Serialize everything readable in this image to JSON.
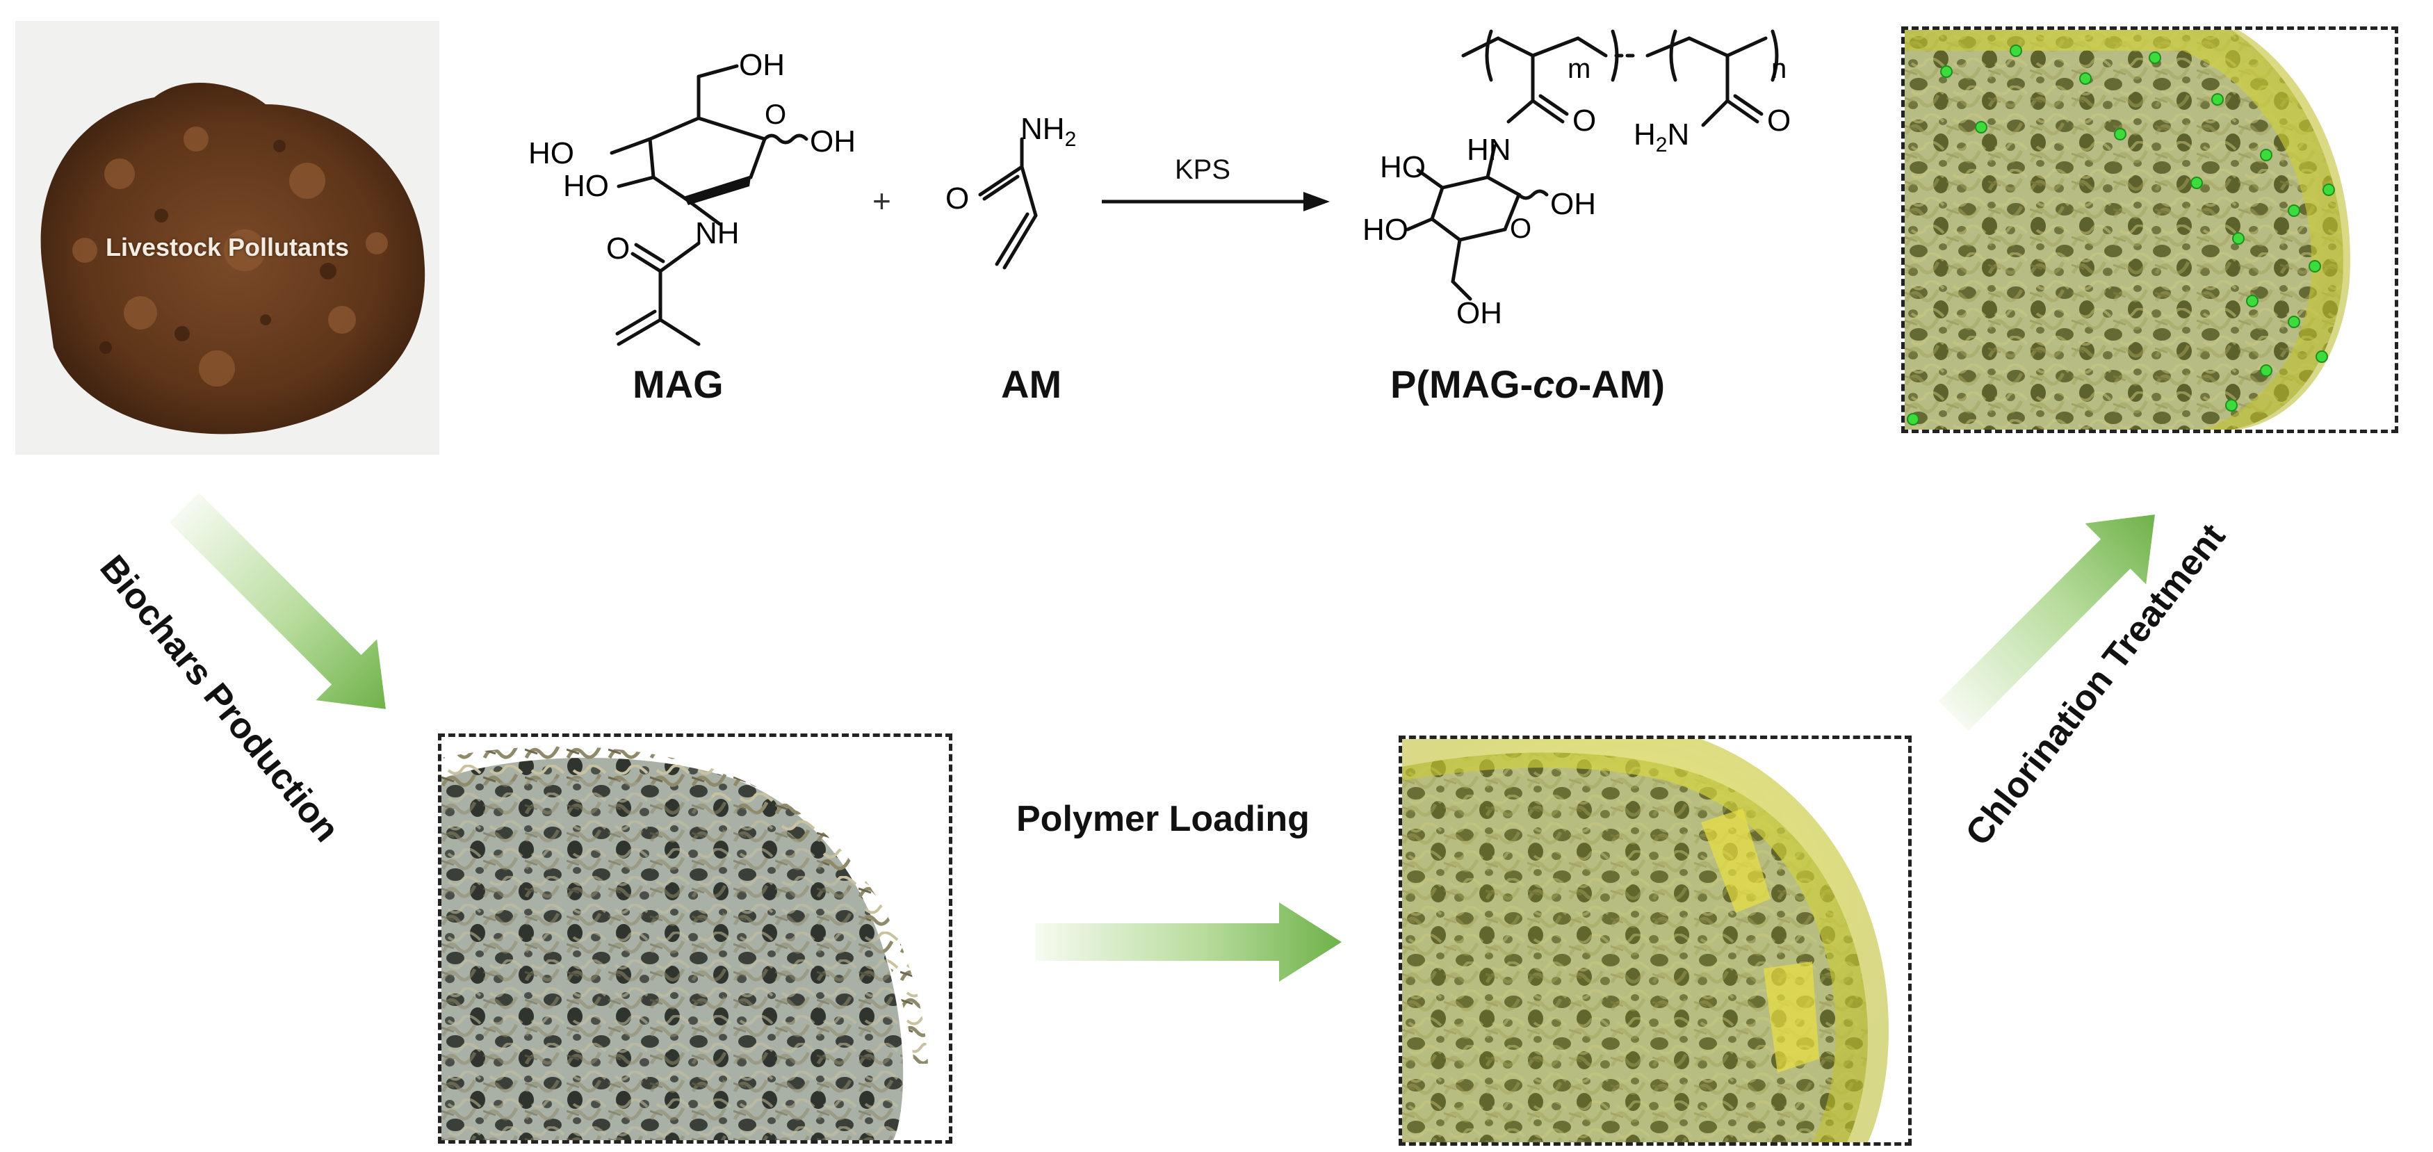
{
  "photo": {
    "caption": "Livestock Pollutants"
  },
  "steps": {
    "biochar": "Biochars Production",
    "polymer": "Polymer Loading",
    "chlorination": "Chlorination Treatment"
  },
  "reaction": {
    "reagent": "KPS",
    "plus": "+",
    "monomer1": "MAG",
    "monomer2": "AM",
    "product_prefix": "P(MAG-",
    "product_italic": "co",
    "product_suffix": "-AM)"
  },
  "atoms": {
    "oh": "OH",
    "ho": "HO",
    "nh": "NH",
    "hn": "HN",
    "o": "O",
    "nh2": "NH2",
    "h2n": "H2N",
    "m": "m",
    "n": "n"
  },
  "colors": {
    "arrow_green": "#7cbf5a",
    "arrow_light": "#eef7e6",
    "polymer_yellow": "#d8dc2a",
    "chlorine_green": "#3ddc3d",
    "soil_brown": "#6b3f20",
    "char_grey": "#a8b0a6"
  }
}
